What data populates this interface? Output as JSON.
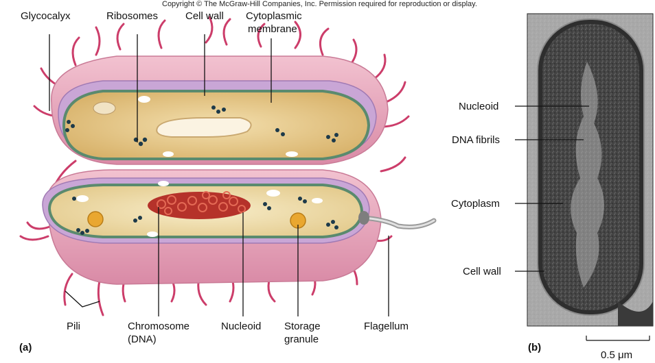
{
  "copyright": "Copyright © The McGraw-Hill Companies, Inc. Permission required for reproduction or display.",
  "panel_a": {
    "tag": "(a)",
    "labels": {
      "glycocalyx": "Glycocalyx",
      "ribosomes": "Ribosomes",
      "cell_wall": "Cell wall",
      "cytoplasmic_membrane_1": "Cytoplasmic",
      "cytoplasmic_membrane_2": "membrane",
      "pili": "Pili",
      "chromosome_1": "Chromosome",
      "chromosome_2": "(DNA)",
      "nucleoid": "Nucleoid",
      "storage_granule_1": "Storage",
      "storage_granule_2": "granule",
      "flagellum": "Flagellum"
    }
  },
  "panel_b": {
    "tag": "(b)",
    "labels": {
      "nucleoid": "Nucleoid",
      "dna_fibrils": "DNA fibrils",
      "cytoplasm": "Cytoplasm",
      "cell_wall": "Cell wall"
    },
    "scale_bar": "0.5 μm"
  },
  "colors": {
    "glycocalyx": "#e9a8bd",
    "cell_wall": "#b48cc4",
    "membrane": "#5a8a6e",
    "cytoplasm": "#e6c88a",
    "pili": "#cc3d6a",
    "chromosome": "#c0392b",
    "ribosome": "#1d3a4a",
    "micrograph_dark": "#3a3a3a"
  }
}
